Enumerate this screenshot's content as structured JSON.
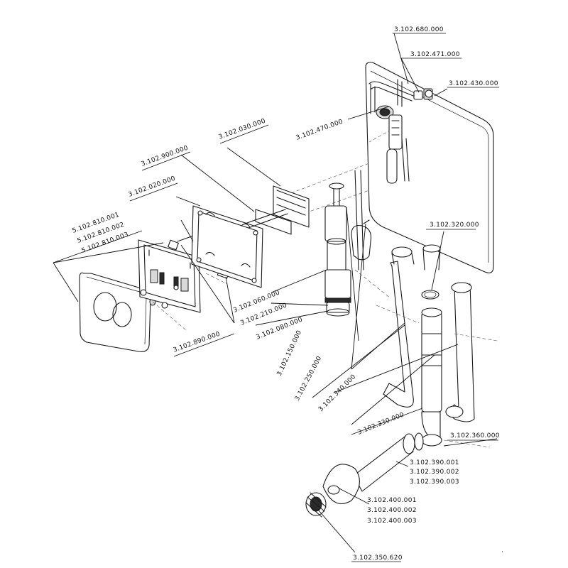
{
  "labels": [
    {
      "id": "lbl-3102680000",
      "text": "3.102.680.000"
    },
    {
      "id": "lbl-3102471000",
      "text": "3.102.471.000"
    },
    {
      "id": "lbl-3102430000",
      "text": "3.102.430.000"
    },
    {
      "id": "lbl-3102470000",
      "text": "3.102.470.000"
    },
    {
      "id": "lbl-3102030000",
      "text": "3.102.030.000"
    },
    {
      "id": "lbl-3102900000",
      "text": "3.102.900.000"
    },
    {
      "id": "lbl-3102020000",
      "text": "3.102.020.000"
    },
    {
      "id": "lbl-5102810001",
      "text": "5.102.810.001"
    },
    {
      "id": "lbl-5102810002",
      "text": "5.102.810.002"
    },
    {
      "id": "lbl-5102810003",
      "text": "5.102.810.003"
    },
    {
      "id": "lbl-3102320000",
      "text": "3.102.320.000"
    },
    {
      "id": "lbl-3102060000",
      "text": "3.102.060.000"
    },
    {
      "id": "lbl-3102210000",
      "text": "3.102.210.000"
    },
    {
      "id": "lbl-3102080000",
      "text": "3.102.080.000"
    },
    {
      "id": "lbl-3102890000",
      "text": "3.102.890.000"
    },
    {
      "id": "lbl-3102150000",
      "text": "3.102.150.000"
    },
    {
      "id": "lbl-3102250000",
      "text": "3.102.250.000"
    },
    {
      "id": "lbl-3102340000",
      "text": "3.102.340.000"
    },
    {
      "id": "lbl-3102330000",
      "text": "3.102.330.000"
    },
    {
      "id": "lbl-3102360000",
      "text": "3.102.360.000"
    },
    {
      "id": "lbl-3102390001",
      "text": "3.102.390.001"
    },
    {
      "id": "lbl-3102390002",
      "text": "3.102.390.002"
    },
    {
      "id": "lbl-3102390003",
      "text": "3.102.390.003"
    },
    {
      "id": "lbl-3102400001",
      "text": "3.102.400.001"
    },
    {
      "id": "lbl-3102400002",
      "text": "3.102.400.002"
    },
    {
      "id": "lbl-3102400003",
      "text": "3.102.400.003"
    },
    {
      "id": "lbl-3102350620",
      "text": "3.102.350.620"
    }
  ],
  "colors": {
    "ink": "#1a1a1a",
    "paper": "#ffffff"
  }
}
